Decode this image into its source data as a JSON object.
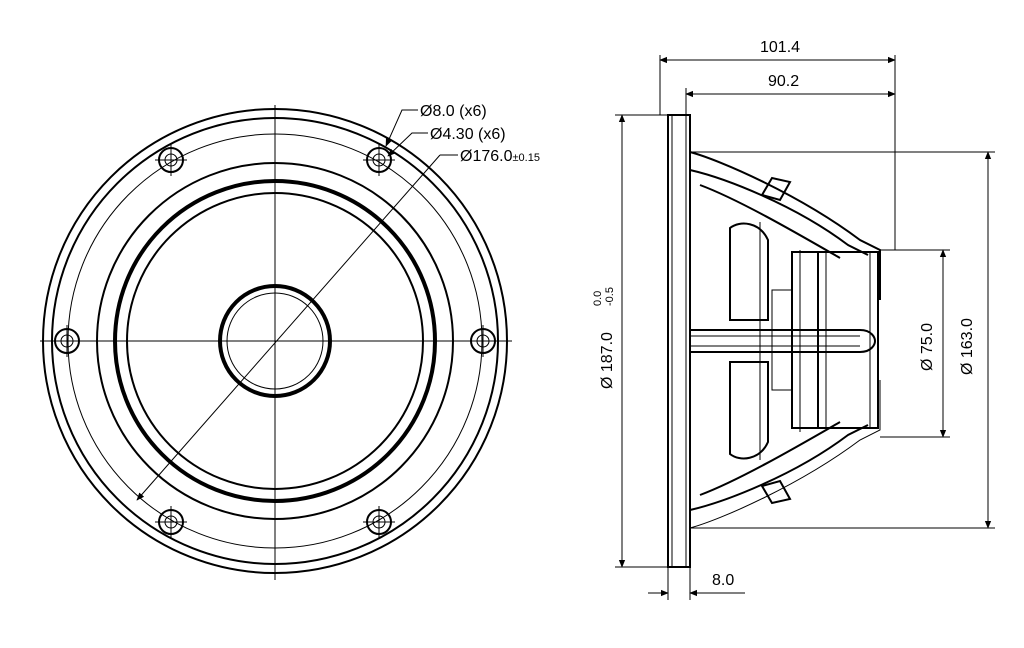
{
  "front_view": {
    "callouts": {
      "outer_hole": "Ø8.0 (x6)",
      "inner_hole": "Ø4.30 (x6)",
      "bolt_circle": "Ø176.0",
      "bolt_circle_tol": "±0.15"
    }
  },
  "side_view": {
    "overall_depth": "101.4",
    "frame_depth": "90.2",
    "flange_thickness": "8.0",
    "flange_diameter": "Ø 187.0",
    "flange_tol_upper": "0.0",
    "flange_tol_lower": "-0.5",
    "basket_diameter": "Ø 163.0",
    "magnet_diameter": "Ø 75.0"
  },
  "colors": {
    "line": "#000000",
    "background": "#ffffff",
    "fill": "#ffffff"
  }
}
